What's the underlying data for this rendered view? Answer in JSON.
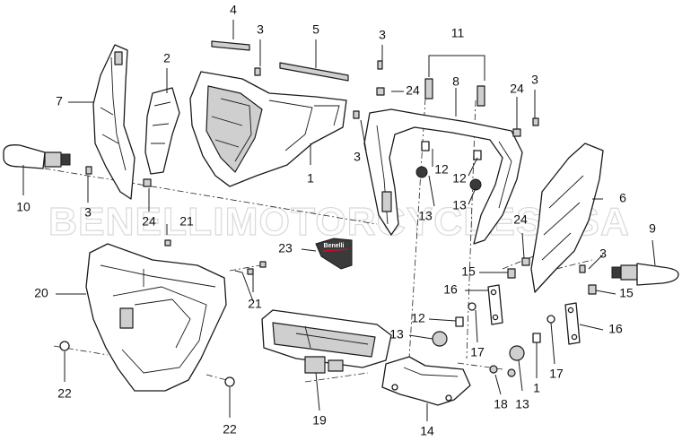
{
  "watermark": "BENELLIMOTORCYCLESUSA",
  "emblem_text": "Benelli",
  "callouts": [
    "1",
    "2",
    "3",
    "4",
    "5",
    "6",
    "7",
    "8",
    "9",
    "10",
    "11",
    "12",
    "13",
    "14",
    "15",
    "16",
    "17",
    "18",
    "19",
    "20",
    "21",
    "22",
    "23",
    "24"
  ]
}
